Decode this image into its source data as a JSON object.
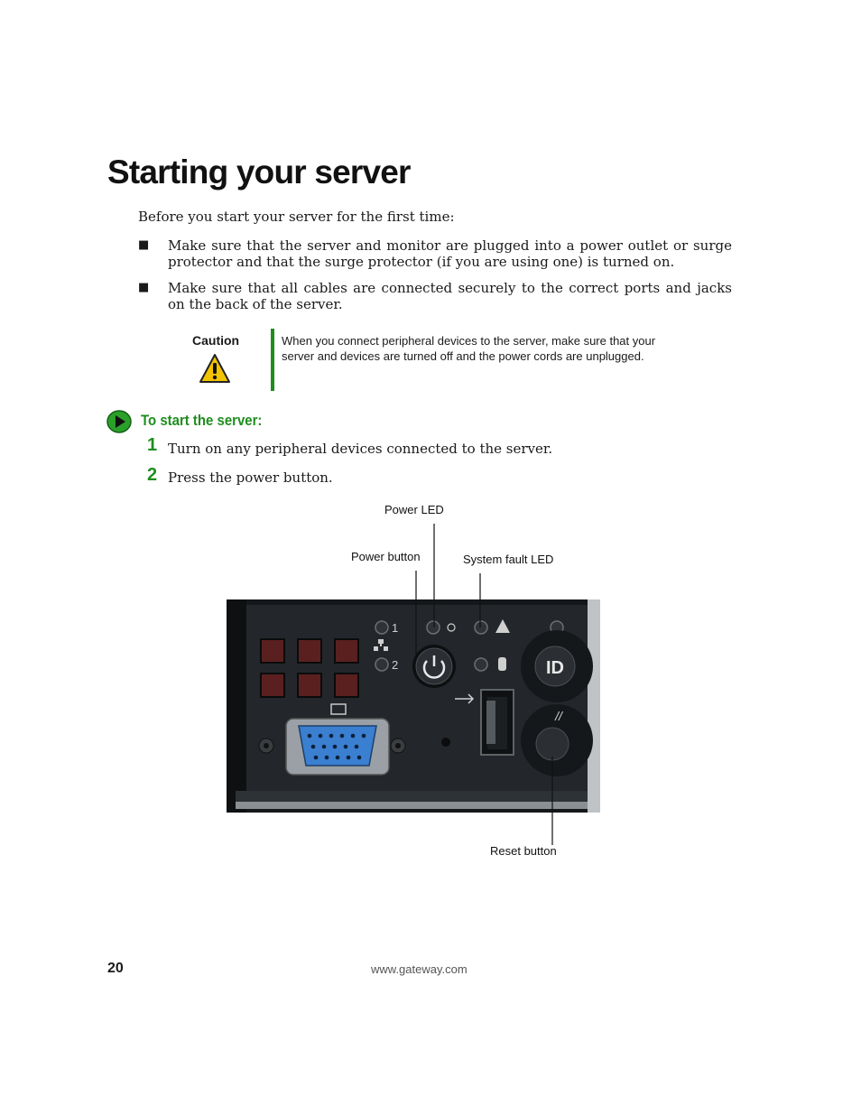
{
  "page": {
    "title": "Starting your server",
    "intro": "Before you start your server for the first time:",
    "bullets": [
      "Make sure that the server and monitor are plugged into a power outlet or surge protector and that the surge protector (if you are using one) is turned on.",
      "Make sure that all cables are connected securely to the correct ports and jacks on the back of the server."
    ],
    "bullet_marker": "■",
    "caution": {
      "label": "Caution",
      "icon": "warning-triangle-icon",
      "text": "When you connect peripheral devices to the server, make sure that your server and devices are turned off and the power cords are unplugged."
    },
    "procedure": {
      "icon": "play-arrow-icon",
      "title": "To start the server:",
      "steps": [
        {
          "number": "1",
          "text": "Turn on any peripheral devices connected to the server."
        },
        {
          "number": "2",
          "text": "Press the power button."
        }
      ]
    },
    "figure": {
      "callouts": {
        "power_led": "Power LED",
        "power_button": "Power button",
        "system_fault_led": "System fault LED",
        "reset_button": "Reset button"
      },
      "panel_markings": {
        "nic1": "1",
        "nic2": "2",
        "id_button": "ID",
        "reset_glyph": "//"
      }
    },
    "footer": {
      "page_number": "20",
      "url": "www.gateway.com"
    }
  },
  "colors": {
    "accent_green": "#1e8e1e",
    "panel_dark": "#1c1f22",
    "vga_blue": "#3a7fd0",
    "warning_yellow": "#f2c300"
  }
}
